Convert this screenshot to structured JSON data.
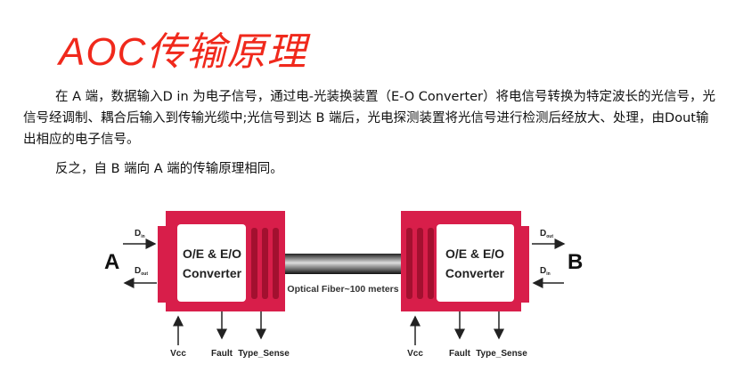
{
  "title": "AOC传输原理",
  "paragraph1": "在 A 端，数据输入D in 为电子信号，通过电-光装换装置（E-O Converter）将电信号转换为特定波长的光信号，光信号经调制、耦合后输入到传输光缆中;光信号到达 B 端后，光电探测装置将光信号进行检测后经放大、处理，由Dout输出相应的电子信号。",
  "paragraph2": "反之，自 B 端向 A 端的传输原理相同。",
  "diagram": {
    "end_a": "A",
    "end_b": "B",
    "converter_line1": "O/E & E/O",
    "converter_line2": "Converter",
    "fiber_label": "Optical Fiber~100 meters",
    "d": "D",
    "in_sub": "in",
    "out_sub": "out",
    "vcc": "Vcc",
    "fault": "Fault",
    "type_sense": "Type_Sense",
    "module_color": "#d81e4a",
    "stripe_color": "#a3102f"
  }
}
